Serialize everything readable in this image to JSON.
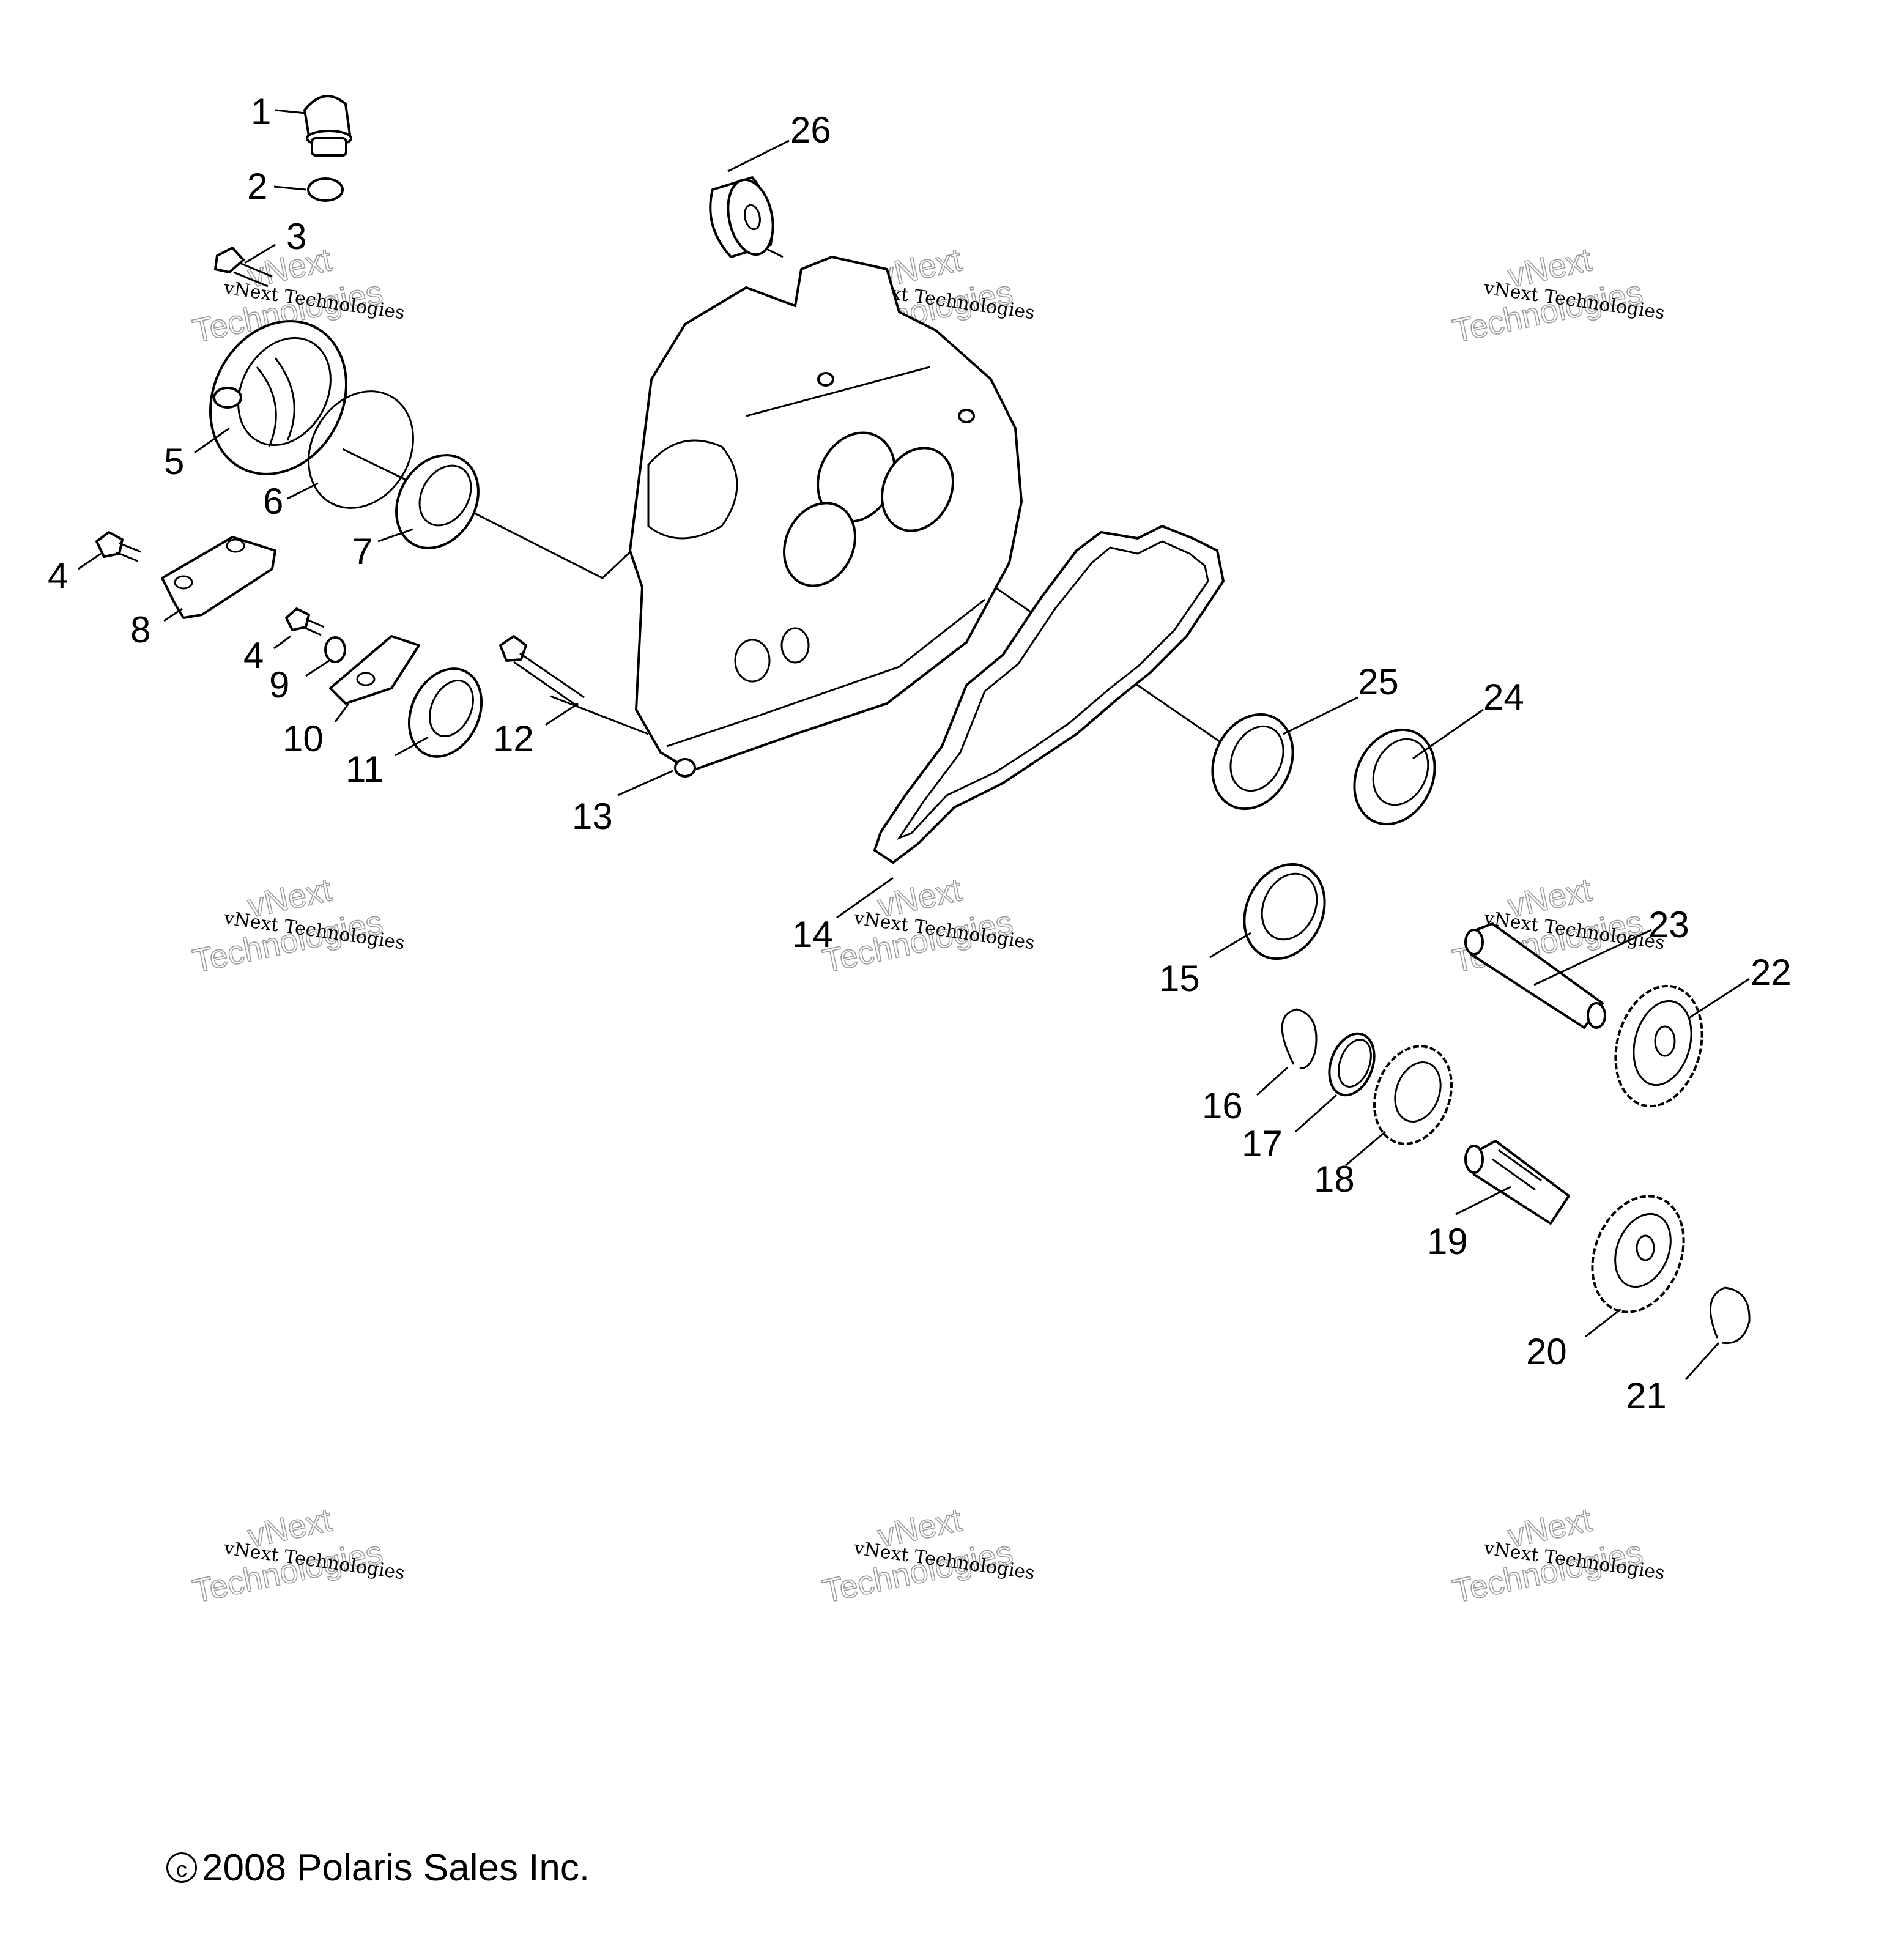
{
  "diagram": {
    "copyright_symbol": "c",
    "copyright_text": "2008 Polaris Sales Inc.",
    "watermark": {
      "small": "vNext Technologies",
      "large_line1": "vNext",
      "large_line2": "Technologies"
    },
    "callouts": {
      "c1": "1",
      "c2": "2",
      "c3": "3",
      "c4a": "4",
      "c4b": "4",
      "c5": "5",
      "c6": "6",
      "c7": "7",
      "c8": "8",
      "c9": "9",
      "c10": "10",
      "c11": "11",
      "c12": "12",
      "c13": "13",
      "c14": "14",
      "c15": "15",
      "c16": "16",
      "c17": "17",
      "c18": "18",
      "c19": "19",
      "c20": "20",
      "c21": "21",
      "c22": "22",
      "c23": "23",
      "c24": "24",
      "c25": "25",
      "c26": "26"
    }
  }
}
